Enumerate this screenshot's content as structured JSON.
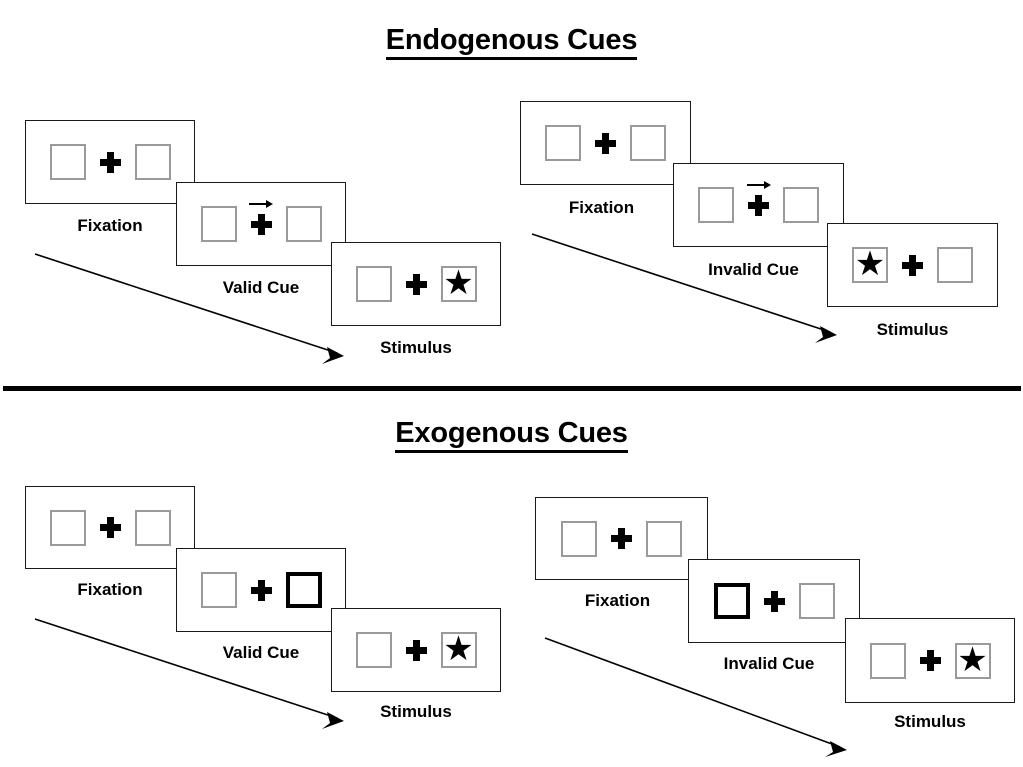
{
  "sections": [
    {
      "id": "endogenous",
      "title": "Endogenous Cues",
      "columns": [
        {
          "id": "endogenous-valid",
          "panels": [
            {
              "id": "fixation",
              "caption": "Fixation",
              "left_box": "empty",
              "right_box": "empty",
              "cue": "none",
              "center": "fixation-cross"
            },
            {
              "id": "valid-cue",
              "caption": "Valid Cue",
              "left_box": "empty",
              "right_box": "empty",
              "cue": "arrow-right",
              "center": "fixation-cross"
            },
            {
              "id": "stimulus",
              "caption": "Stimulus",
              "left_box": "empty",
              "right_box": "star",
              "cue": "none",
              "center": "fixation-cross"
            }
          ]
        },
        {
          "id": "endogenous-invalid",
          "panels": [
            {
              "id": "fixation",
              "caption": "Fixation",
              "left_box": "empty",
              "right_box": "empty",
              "cue": "none",
              "center": "fixation-cross"
            },
            {
              "id": "invalid-cue",
              "caption": "Invalid Cue",
              "left_box": "empty",
              "right_box": "empty",
              "cue": "arrow-right",
              "center": "fixation-cross"
            },
            {
              "id": "stimulus",
              "caption": "Stimulus",
              "left_box": "star",
              "right_box": "empty",
              "cue": "none",
              "center": "fixation-cross"
            }
          ]
        }
      ]
    },
    {
      "id": "exogenous",
      "title": "Exogenous Cues",
      "columns": [
        {
          "id": "exogenous-valid",
          "panels": [
            {
              "id": "fixation",
              "caption": "Fixation",
              "left_box": "empty",
              "right_box": "empty",
              "cue": "none",
              "center": "fixation-cross"
            },
            {
              "id": "valid-cue",
              "caption": "Valid Cue",
              "left_box": "empty",
              "right_box": "highlighted",
              "cue": "box-flash-right",
              "center": "fixation-cross"
            },
            {
              "id": "stimulus",
              "caption": "Stimulus",
              "left_box": "empty",
              "right_box": "star",
              "cue": "none",
              "center": "fixation-cross"
            }
          ]
        },
        {
          "id": "exogenous-invalid",
          "panels": [
            {
              "id": "fixation",
              "caption": "Fixation",
              "left_box": "empty",
              "right_box": "empty",
              "cue": "none",
              "center": "fixation-cross"
            },
            {
              "id": "invalid-cue",
              "caption": "Invalid Cue",
              "left_box": "highlighted",
              "right_box": "empty",
              "cue": "box-flash-left",
              "center": "fixation-cross"
            },
            {
              "id": "stimulus",
              "caption": "Stimulus",
              "left_box": "empty",
              "right_box": "star",
              "cue": "none",
              "center": "fixation-cross"
            }
          ]
        }
      ]
    }
  ],
  "glyphs": {
    "star": "★"
  },
  "colors": {
    "ink": "#000000",
    "frame_border": "#1a1a1a",
    "box_border": "#9a9a9a",
    "cued_box_border": "#000000",
    "background": "#ffffff"
  }
}
